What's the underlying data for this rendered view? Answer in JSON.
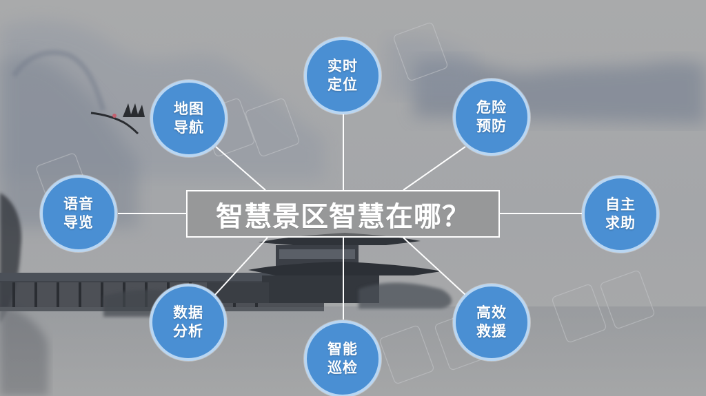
{
  "title": "智慧景区智慧在哪？",
  "colors": {
    "node_fill": "#4a8fd3",
    "node_ring": "#b9d6f2",
    "connector": "#ffffff",
    "background": "#a7a7a8"
  },
  "nodes": [
    {
      "id": "realtime-location",
      "line1": "实时",
      "line2": "定位"
    },
    {
      "id": "danger-prevention",
      "line1": "危险",
      "line2": "预防"
    },
    {
      "id": "self-help",
      "line1": "自主",
      "line2": "求助"
    },
    {
      "id": "efficient-rescue",
      "line1": "高效",
      "line2": "救援"
    },
    {
      "id": "smart-inspection",
      "line1": "智能",
      "line2": "巡检"
    },
    {
      "id": "data-analysis",
      "line1": "数据",
      "line2": "分析"
    },
    {
      "id": "voice-guide",
      "line1": "语音",
      "line2": "导览"
    },
    {
      "id": "map-navigation",
      "line1": "地图",
      "line2": "导航"
    }
  ]
}
